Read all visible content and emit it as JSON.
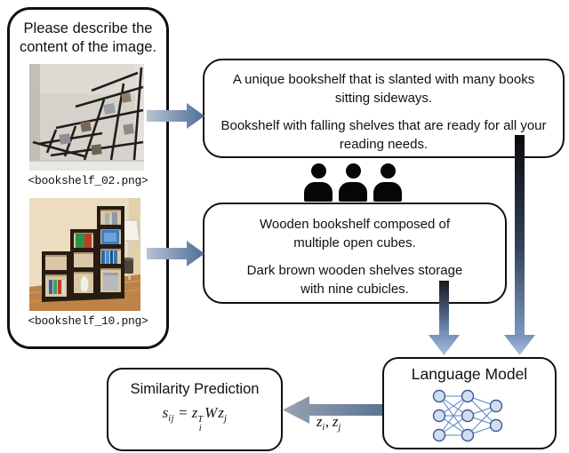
{
  "prompt_box": {
    "title_line1": "Please describe the",
    "title_line2": "content of the image.",
    "image1_caption": "<bookshelf_02.png>",
    "image2_caption": "<bookshelf_10.png>"
  },
  "bubble_top": {
    "caption1": "A unique bookshelf that is slanted with many books sitting sideways.",
    "caption2": "Bookshelf with falling shelves that are ready for all your reading needs."
  },
  "bubble_bottom": {
    "caption1": "Wooden bookshelf composed of multiple open cubes.",
    "caption2": "Dark brown wooden shelves storage with nine cubicles."
  },
  "language_model_box": {
    "label": "Language Model"
  },
  "similarity_box": {
    "title": "Similarity Prediction",
    "formula": {
      "lhs": "s",
      "lhs_sub": "ij",
      "equals": "=",
      "z1": "z",
      "z1_sup": "T",
      "z1_sub": "i",
      "weight": "W",
      "z2": "z",
      "z2_sub": "j"
    }
  },
  "embedding_label": {
    "z1": "z",
    "z1_sub": "i",
    "separator": ",",
    "z2": "z",
    "z2_sub": "j"
  },
  "icons": {
    "annotators": "person-icon",
    "language_model": "neural-network-icon"
  },
  "colors": {
    "border": "#101010",
    "person_icon": "#060606",
    "arrow_steel_blue": "#54749f",
    "arrow_light_gray_blue": "#b9c3d2",
    "down_arrow_dark_top": "#0a0a0a",
    "down_arrowhead_light": "#aec1dc",
    "nn_node_fill": "#cfdff2",
    "nn_node_stroke": "#3c5a94"
  }
}
